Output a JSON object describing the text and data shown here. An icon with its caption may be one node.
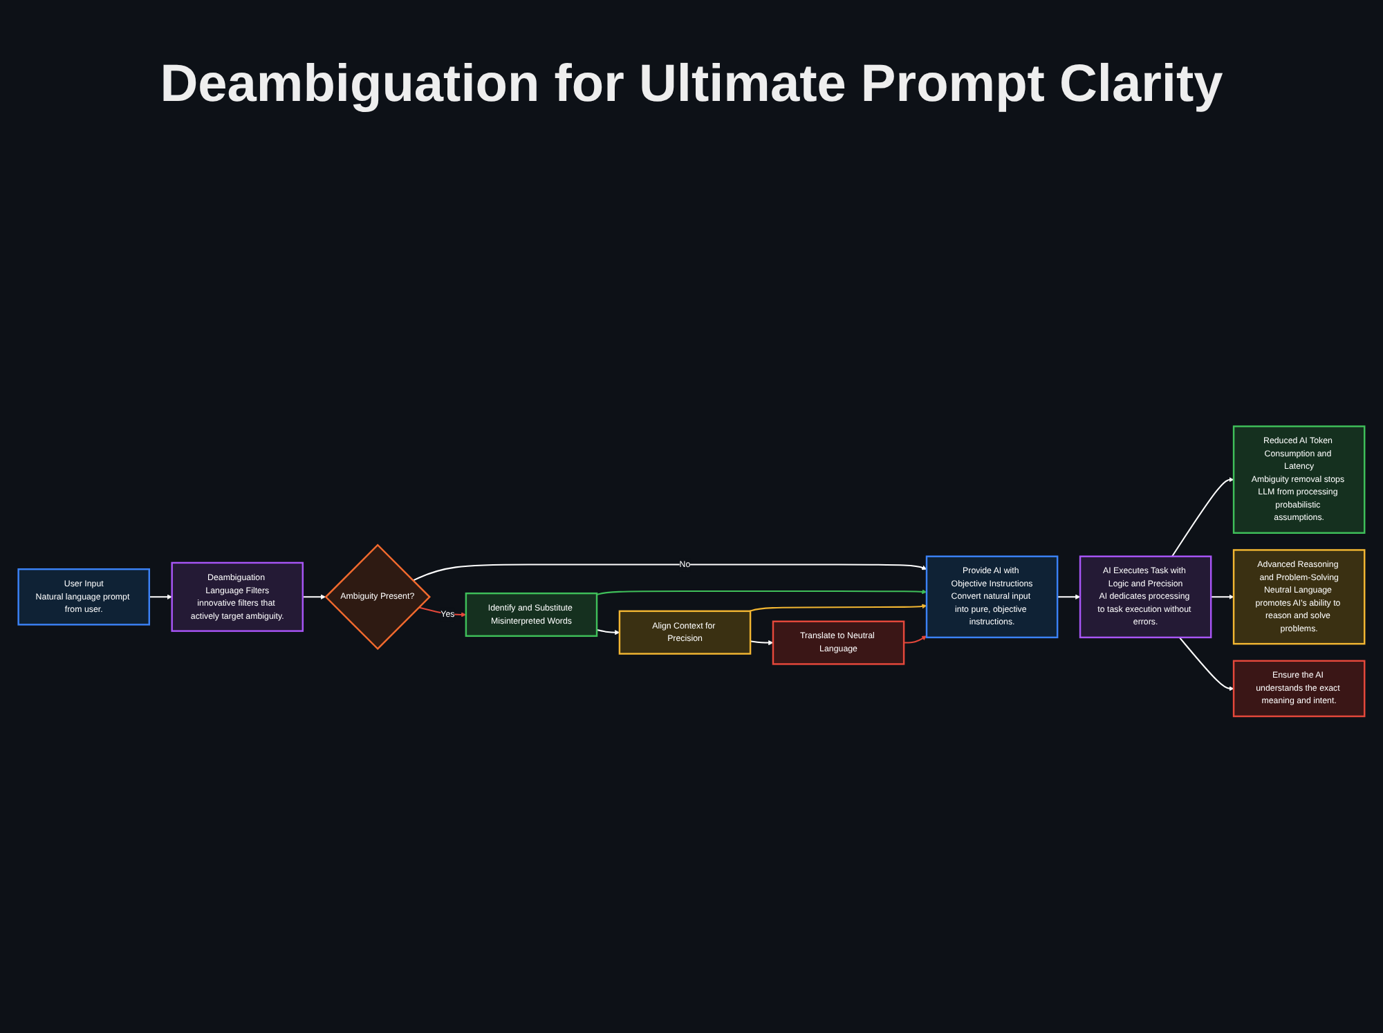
{
  "diagram": {
    "title": "Deambiguation for Ultimate Prompt Clarity",
    "nodes": [
      {
        "text": [
          "User Input",
          "Natural language prompt from user."
        ]
      },
      {
        "text": [
          "Deambiguation Language Filters",
          "innovative filters that actively target ambiguity."
        ]
      },
      {
        "text": [
          "Ambiguity Present?"
        ]
      },
      {
        "text": [
          "Identify and Substitute Misinterpreted Words"
        ]
      },
      {
        "text": [
          "Align Context for Precision"
        ]
      },
      {
        "text": [
          "Translate to Neutral Language"
        ]
      },
      {
        "text": [
          "Provide AI with Objective Instructions",
          "Convert natural input into pure, objective instructions."
        ]
      },
      {
        "text": [
          "AI Executes Task with Logic and Precision",
          "AI dedicates processing to task execution without errors."
        ]
      },
      {
        "text": [
          "Reduced AI Token Consumption and Latency",
          "Ambiguity removal stops LLM from processing probabilistic assumptions."
        ]
      },
      {
        "text": [
          "Advanced Reasoning and Problem-Solving",
          "Neutral Language promotes AI's ability to reason and solve problems."
        ]
      },
      {
        "text": [
          "Ensure the AI understands the exact meaning and intent."
        ]
      }
    ],
    "edges": [
      {
        "from": 0,
        "to": 1,
        "arrow": "to"
      },
      {
        "from": 1,
        "to": 2,
        "arrow": "to"
      },
      {
        "from": 2,
        "to": 3,
        "label": "Yes",
        "arrow": "to",
        "color": "#e5483b"
      },
      {
        "from": 2,
        "to": 6,
        "label": "No",
        "arrow": "to"
      },
      {
        "from": 3,
        "to": 4,
        "arrow": "to"
      },
      {
        "from": 4,
        "to": 5,
        "arrow": "to"
      },
      {
        "from": 3,
        "to": 6,
        "arrow": "to",
        "color": "#3fbf5a"
      },
      {
        "from": 4,
        "to": 6,
        "arrow": "to",
        "color": "#f2b632"
      },
      {
        "from": 5,
        "to": 6,
        "arrow": "to",
        "color": "#e5483b"
      },
      {
        "from": 6,
        "to": 7,
        "arrow": "to"
      },
      {
        "from": 7,
        "to": 8,
        "arrow": "to"
      },
      {
        "from": 7,
        "to": 9,
        "arrow": "to"
      },
      {
        "from": 7,
        "to": 10,
        "arrow": "to"
      }
    ]
  }
}
